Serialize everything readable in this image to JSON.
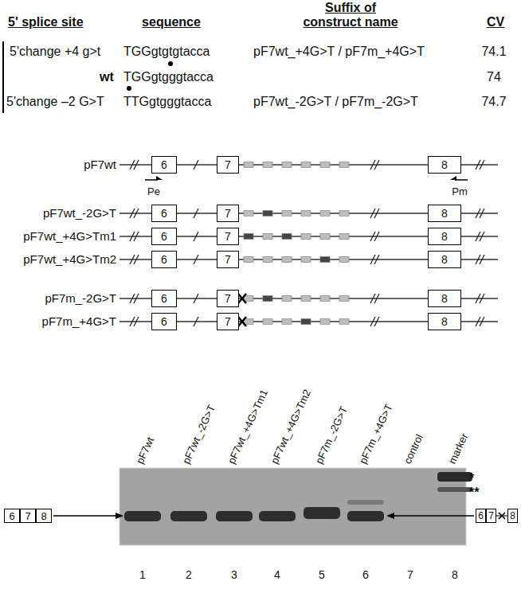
{
  "diagram": {
    "nodes": [
      {
        "text": [
          "6"
        ]
      },
      {
        "text": [
          "7"
        ]
      },
      {
        "text": [
          "8"
        ]
      },
      {
        "text": [
          "6"
        ]
      },
      {
        "text": [
          "7"
        ]
      },
      {
        "text": [
          "8"
        ]
      },
      {
        "text": [
          "6"
        ]
      },
      {
        "text": [
          "7"
        ]
      },
      {
        "text": [
          "8"
        ]
      },
      {
        "text": [
          "6"
        ]
      },
      {
        "text": [
          "7"
        ]
      },
      {
        "text": [
          "8"
        ]
      },
      {
        "text": [
          "6"
        ]
      },
      {
        "text": [
          "7"
        ]
      },
      {
        "text": [
          "8"
        ]
      },
      {
        "text": [
          "6"
        ]
      },
      {
        "text": [
          "7"
        ]
      },
      {
        "text": [
          "8"
        ]
      },
      {
        "text": [
          "6"
        ]
      },
      {
        "text": [
          "7"
        ]
      },
      {
        "text": [
          "8"
        ]
      },
      {
        "text": [
          "6"
        ]
      },
      {
        "text": [
          "7"
        ]
      },
      {
        "text": [
          "8"
        ]
      }
    ],
    "edges": [
      {
        "from": 0,
        "to": 1,
        "arrow": "none"
      },
      {
        "from": 1,
        "to": 2,
        "arrow": "none"
      },
      {
        "from": 3,
        "to": 4,
        "arrow": "none"
      },
      {
        "from": 4,
        "to": 5,
        "arrow": "none"
      },
      {
        "from": 6,
        "to": 7,
        "arrow": "none"
      },
      {
        "from": 7,
        "to": 8,
        "arrow": "none"
      },
      {
        "from": 9,
        "to": 10,
        "arrow": "none"
      },
      {
        "from": 10,
        "to": 11,
        "arrow": "none"
      },
      {
        "from": 12,
        "to": 13,
        "arrow": "none"
      },
      {
        "from": 13,
        "to": 14,
        "arrow": "none"
      },
      {
        "from": 15,
        "to": 16,
        "arrow": "none"
      },
      {
        "from": 16,
        "to": 17,
        "arrow": "none"
      },
      {
        "from": 22,
        "to": 23,
        "arrow": "none"
      }
    ],
    "labels": [
      "5' splice site",
      "sequence",
      "Suffix of construct name",
      "CV",
      "5'change +4 g>t",
      "TGGgtgtgtacca",
      "pF7wt_+4G>T / pF7m_+4G>T",
      "74.1",
      "wt",
      "TGGgtgggtacca",
      "74",
      "5'change –2 G>T",
      "TTGgtgggtacca",
      "pF7wt_-2G>T / pF7m_-2G>T",
      "74.7",
      "pF7wt",
      "Pe",
      "Pm",
      "pF7wt_-2G>T",
      "pF7wt_+4G>Tm1",
      "pF7wt_+4G>Tm2",
      "pF7m_-2G>T",
      "pF7m_+4G>T",
      "pF7wt",
      "pF7wt_-2G>T",
      "pF7wt_+4G>Tm1",
      "pF7wt_+4G>Tm2",
      "pF7m_-2G>T",
      "pF7m_+4G>T",
      "control",
      "marker",
      "1",
      "2",
      "3",
      "4",
      "5",
      "6",
      "7",
      "8",
      "*",
      "**"
    ]
  }
}
